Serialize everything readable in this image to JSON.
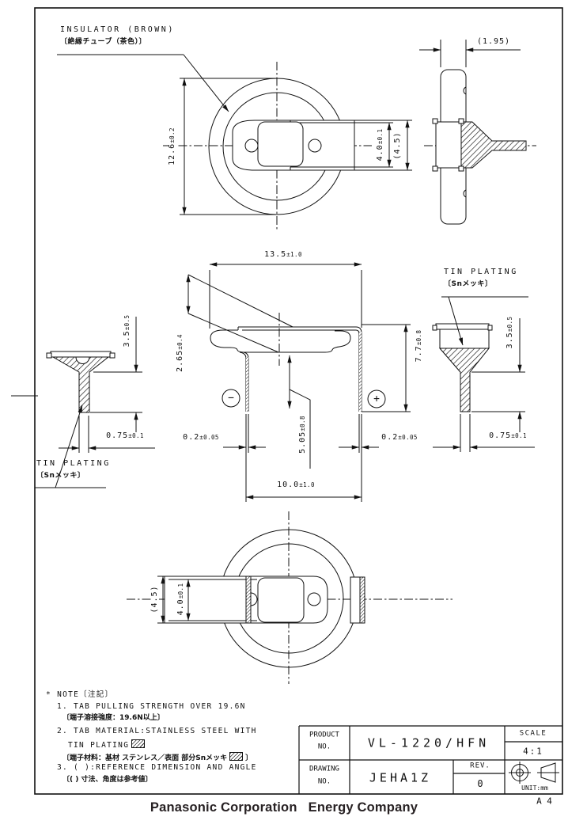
{
  "sheet": {
    "size": "A 4"
  },
  "footer": {
    "company": "Panasonic Corporation",
    "division": "Energy Company"
  },
  "labels": {
    "insulator_en": "INSULATOR (BROWN)",
    "insulator_jp": "〔絶縁チューブ（茶色）〕",
    "tin_plating_en": "TIN PLATING",
    "tin_plating_jp": "〔Snメッキ〕"
  },
  "symbols": {
    "minus": "−",
    "plus": "+"
  },
  "dims": {
    "top_height": {
      "v": "12.6",
      "t": "±0.2"
    },
    "top_tab_width": {
      "v": "4.0",
      "t": "±0.1"
    },
    "top_tab_width_ref": "(4.5)",
    "side_thickness": "(1.95)",
    "front_width": {
      "v": "13.5",
      "t": "±1.0"
    },
    "front_plate_height": {
      "v": "2.65",
      "t": "±0.4"
    },
    "front_leg_exposed": {
      "v": "5.05",
      "t": "±0.8"
    },
    "front_height": {
      "v": "7.7",
      "t": "±0.8"
    },
    "front_leg_thickness_left": {
      "v": "0.2",
      "t": "±0.05"
    },
    "front_leg_thickness_right": {
      "v": "0.2",
      "t": "±0.05"
    },
    "front_leg_span": {
      "v": "10.0",
      "t": "±1.0"
    },
    "left_plated_length": {
      "v": "3.5",
      "t": "±0.5"
    },
    "left_stem_width": {
      "v": "0.75",
      "t": "±0.1"
    },
    "right_plated_length": {
      "v": "3.5",
      "t": "±0.5"
    },
    "right_stem_width": {
      "v": "0.75",
      "t": "±0.1"
    },
    "bottom_tab_width": {
      "v": "4.0",
      "t": "±0.1"
    },
    "bottom_tab_width_ref": "(4.5)"
  },
  "note": {
    "star": "*",
    "title": "NOTE〔注記〕",
    "l1": "1. TAB PULLING STRENGTH OVER 19.6N",
    "l1_jp": "〔端子溶接強度：19.6N以上〕",
    "l2": "2. TAB MATERIAL:STAINLESS STEEL WITH",
    "l2b": "TIN PLATING",
    "l2_jp": "〔端子材料：基材 ステンレス／表面 部分Snメッキ",
    "l2_jp_end": "〕",
    "l3": "3. ( ):REFERENCE DIMENSION AND ANGLE",
    "l3_jp": "〔( ) 寸法、角度は参考値〕"
  },
  "title_block": {
    "product_label": "PRODUCT",
    "product_label2": "NO.",
    "product_value": "VL-1220/HFN",
    "drawing_label": "DRAWING",
    "drawing_label2": "NO.",
    "drawing_value": "JEHA1Z",
    "scale_label": "SCALE",
    "scale_value": "4:1",
    "rev_label": "REV.",
    "rev_value": "0",
    "unit_label": "UNIT:mm"
  }
}
